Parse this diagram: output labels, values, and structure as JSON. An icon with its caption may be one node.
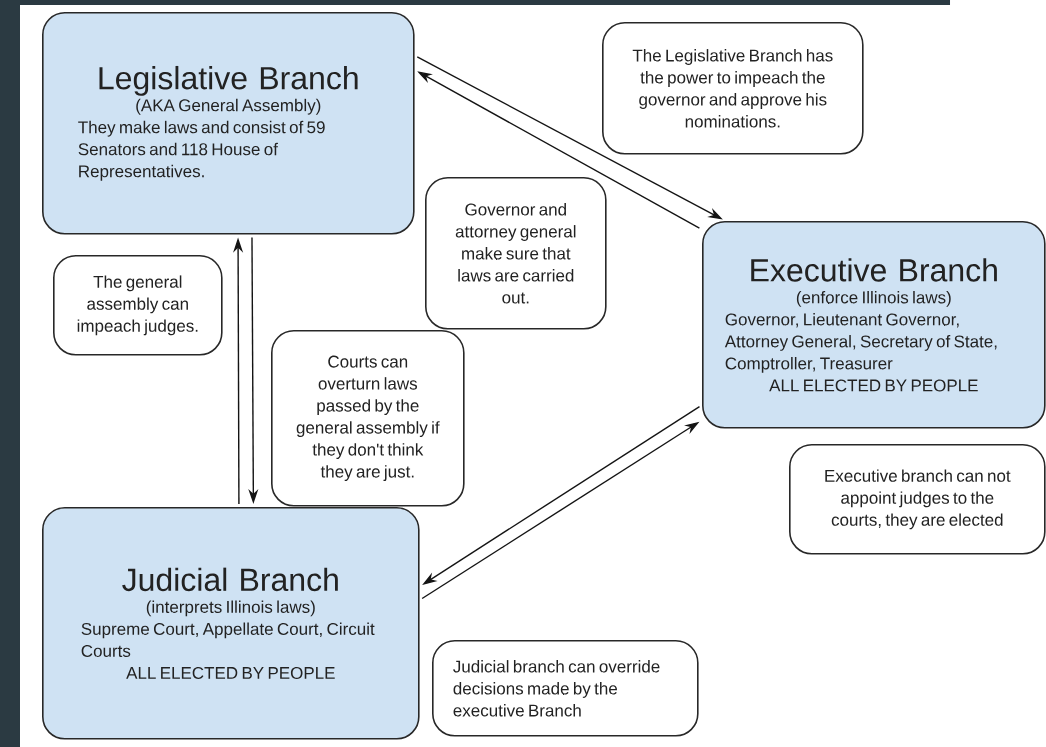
{
  "diagram": {
    "nodes": [
      {
        "text": [
          "Legislative Branch",
          "(AKA General Assembly)",
          "They make laws and consist of 59 Senators and 118 House of Representatives."
        ]
      },
      {
        "text": [
          "The Legislative Branch has the power to impeach the governor and approve his nominations."
        ]
      },
      {
        "text": [
          "Governor and attorney general make sure that laws are carried out."
        ]
      },
      {
        "text": [
          "Executive Branch",
          "(enforce Illinois laws)",
          "Governor, Lieutenant Governor, Attorney General, Secretary of State, Comptroller, Treasurer",
          "ALL ELECTED BY PEOPLE"
        ]
      },
      {
        "text": [
          "The general assembly can impeach judges."
        ]
      },
      {
        "text": [
          "Courts can overturn laws passed by the general assembly if they don't think they are just."
        ]
      },
      {
        "text": [
          "Executive branch can not appoint judges to the courts, they are elected"
        ]
      },
      {
        "text": [
          "Judicial Branch",
          "(interprets Illinois laws)",
          "Supreme Court, Appellate Court, Circuit Courts",
          "ALL ELECTED BY PEOPLE"
        ]
      },
      {
        "text": [
          "Judicial branch can override decisions made by the executive Branch"
        ]
      }
    ],
    "edges": [
      {
        "from": 0,
        "to": 3,
        "arrow": "to"
      },
      {
        "from": 3,
        "to": 0,
        "arrow": "to"
      },
      {
        "from": 7,
        "to": 0,
        "arrow": "to"
      },
      {
        "from": 0,
        "to": 7,
        "arrow": "to"
      },
      {
        "from": 3,
        "to": 7,
        "arrow": "to"
      },
      {
        "from": 7,
        "to": 3,
        "arrow": "to"
      }
    ]
  }
}
